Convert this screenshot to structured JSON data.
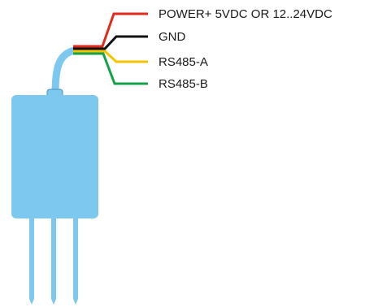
{
  "wires": [
    {
      "label": "POWER+ 5VDC OR 12..24VDC",
      "color": "#e02a1b"
    },
    {
      "label": "GND",
      "color": "#111111"
    },
    {
      "label": "RS485-A",
      "color": "#f5c400"
    },
    {
      "label": "RS485-B",
      "color": "#15a14a"
    }
  ],
  "sensor": {
    "body_color": "#7cc8ef",
    "cable_color": "#7cc8ef",
    "outline_color": "#4a8fb8"
  }
}
